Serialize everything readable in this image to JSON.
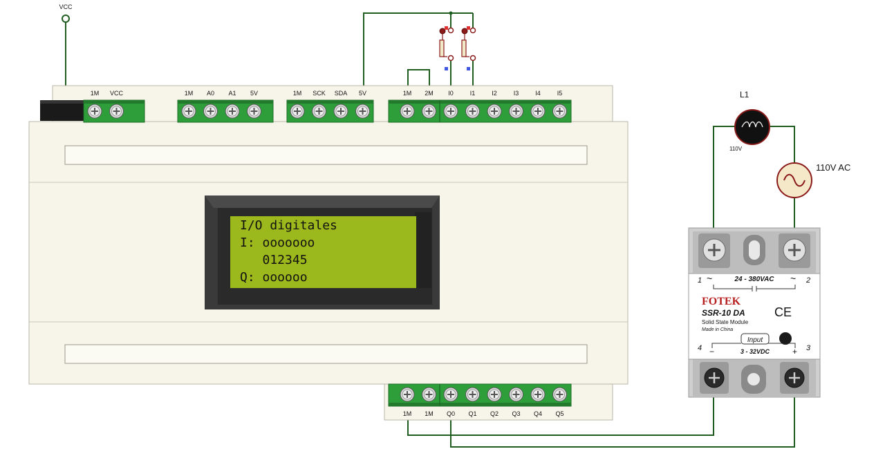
{
  "power": {
    "vcc_label": "VCC"
  },
  "plc": {
    "top_terminal_groups": [
      {
        "labels": [
          "1M",
          "VCC"
        ]
      },
      {
        "labels": [
          "1M",
          "A0",
          "A1",
          "5V"
        ]
      },
      {
        "labels": [
          "1M",
          "SCK",
          "SDA",
          "5V"
        ]
      },
      {
        "labels": [
          "1M",
          "2M",
          "I0",
          "I1",
          "I2",
          "I3",
          "I4",
          "I5"
        ]
      }
    ],
    "bottom_terminal_labels": [
      "1M",
      "1M",
      "Q0",
      "Q1",
      "Q2",
      "Q3",
      "Q4",
      "Q5"
    ],
    "lcd": {
      "lines": [
        "I/O digitales",
        "I: ooooooo",
        "   012345",
        "Q: oooooo"
      ]
    }
  },
  "lamp": {
    "name": "L1",
    "voltage": "110V"
  },
  "ac_source": {
    "label": "110V AC"
  },
  "ssr": {
    "brand": "FOTEK",
    "model": "SSR-10 DA",
    "subtitle": "Solid State Module",
    "made_in": "Made in China",
    "output_range": "24 - 380VAC",
    "input_label": "Input",
    "input_range": "3 - 32VDC",
    "ce_mark": "CE",
    "pin_1": "1",
    "pin_2": "2",
    "pin_3": "3",
    "pin_4": "4",
    "tilde_left": "~",
    "tilde_right": "~",
    "minus": "−",
    "plus": "+"
  },
  "colors": {
    "wire": "#1f5c1f",
    "terminal_green": "#2e9e3a",
    "lcd_bg": "#9bb81c",
    "plc_body": "#f7f5ea"
  }
}
